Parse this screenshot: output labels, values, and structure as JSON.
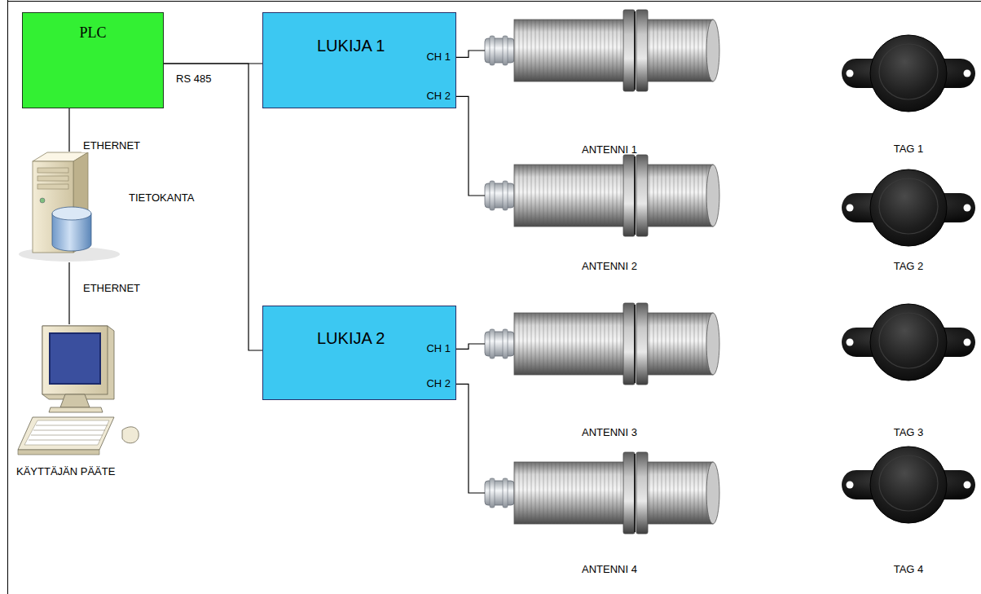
{
  "diagram": {
    "nodes": [
      {
        "text": [
          "PLC"
        ]
      },
      {
        "text": [
          "LUKIJA 1",
          "CH 1",
          "CH 2"
        ]
      },
      {
        "text": [
          "ANTENNI 1"
        ]
      },
      {
        "text": [
          "ANTENNI 2"
        ]
      },
      {
        "text": [
          "TIETOKANTA"
        ]
      },
      {
        "text": [
          "LUKIJA 2",
          "CH 1",
          "CH 2"
        ]
      },
      {
        "text": [
          "ANTENNI 3"
        ]
      },
      {
        "text": [
          "ANTENNI 4"
        ]
      },
      {
        "text": [
          "KÄYTTÄJÄN PÄÄTE"
        ]
      }
    ],
    "edges": [
      {
        "from": 0,
        "to": 1,
        "label": "RS 485",
        "arrow": "none"
      },
      {
        "from": 0,
        "to": 5,
        "arrow": "none"
      },
      {
        "from": 0,
        "to": 4,
        "label": "ETHERNET",
        "arrow": "none"
      },
      {
        "from": 4,
        "to": 8,
        "label": "ETHERNET",
        "arrow": "none"
      },
      {
        "from": 1,
        "to": 2,
        "arrow": "none"
      },
      {
        "from": 1,
        "to": 3,
        "arrow": "none"
      },
      {
        "from": 5,
        "to": 6,
        "arrow": "none"
      },
      {
        "from": 5,
        "to": 7,
        "arrow": "none"
      }
    ],
    "labels": [
      "TAG 1",
      "TAG 2",
      "TAG 3",
      "TAG 4"
    ]
  }
}
